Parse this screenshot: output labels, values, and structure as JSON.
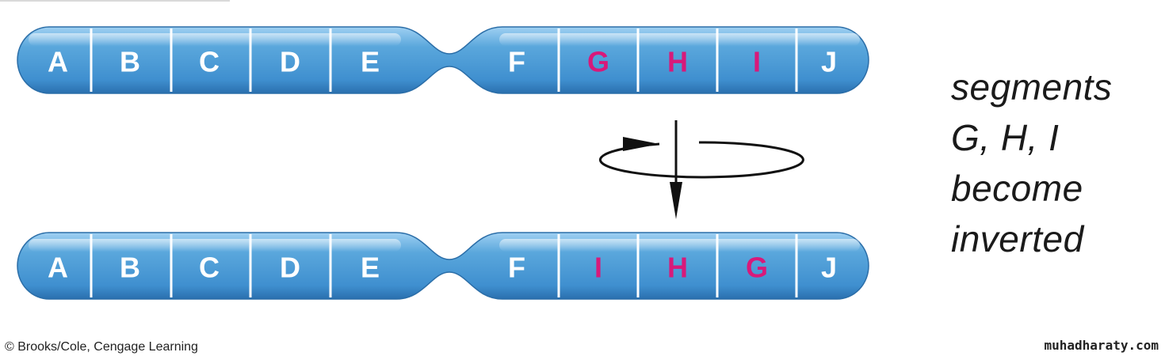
{
  "chromosomes": [
    {
      "id": "original",
      "segments": [
        {
          "label": "A",
          "highlight": false
        },
        {
          "label": "B",
          "highlight": false
        },
        {
          "label": "C",
          "highlight": false
        },
        {
          "label": "D",
          "highlight": false
        },
        {
          "label": "E",
          "highlight": false
        },
        {
          "label": "F",
          "highlight": false
        },
        {
          "label": "G",
          "highlight": true
        },
        {
          "label": "H",
          "highlight": true
        },
        {
          "label": "I",
          "highlight": true
        },
        {
          "label": "J",
          "highlight": false
        }
      ]
    },
    {
      "id": "inverted",
      "segments": [
        {
          "label": "A",
          "highlight": false
        },
        {
          "label": "B",
          "highlight": false
        },
        {
          "label": "C",
          "highlight": false
        },
        {
          "label": "D",
          "highlight": false
        },
        {
          "label": "E",
          "highlight": false
        },
        {
          "label": "F",
          "highlight": false
        },
        {
          "label": "I",
          "highlight": true
        },
        {
          "label": "H",
          "highlight": true
        },
        {
          "label": "G",
          "highlight": true
        },
        {
          "label": "J",
          "highlight": false
        }
      ]
    }
  ],
  "caption": {
    "line1": "segments",
    "line2": "G, H, I",
    "line3": "become",
    "line4": "inverted"
  },
  "credit": "© Brooks/Cole, Cengage Learning",
  "watermark": "muhadharaty.com",
  "colors": {
    "chromosome_fill": "#5aa7dc",
    "chromosome_dark": "#2e78b6",
    "highlight_text": "#d8197a",
    "label_text": "#ffffff"
  }
}
